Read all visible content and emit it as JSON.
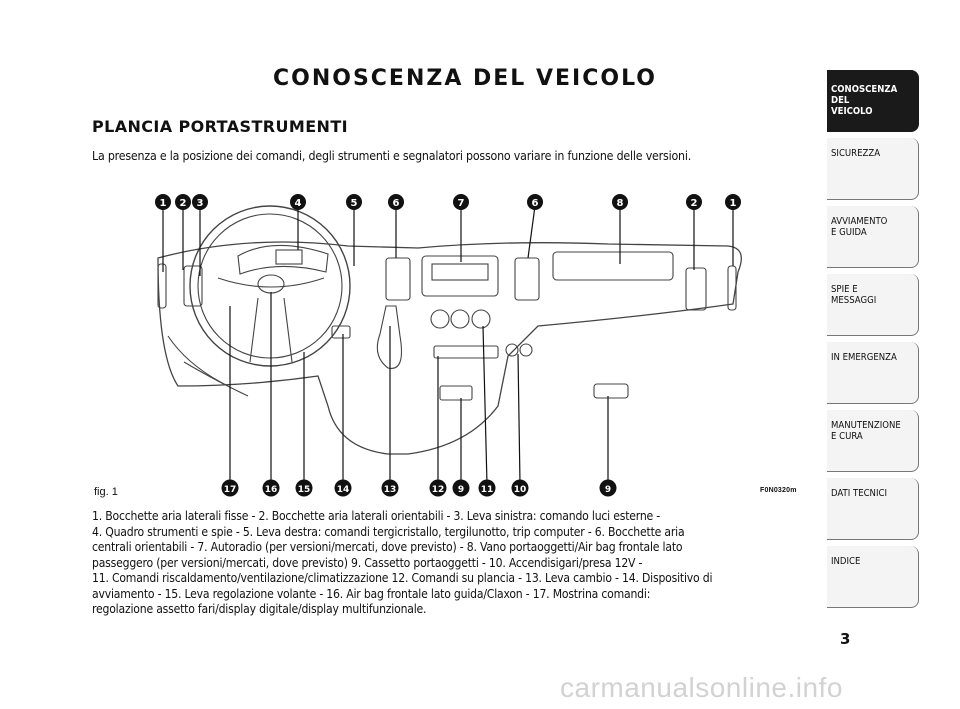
{
  "header": {
    "main_title": "CONOSCENZA DEL VEICOLO",
    "section_title": "PLANCIA PORTASTRUMENTI"
  },
  "intro": "La presenza e la posizione dei comandi, degli strumenti e segnalatori possono variare in funzione delle versioni.",
  "figure": {
    "label": "fig. 1",
    "code": "F0N0320m",
    "callouts_top": [
      "1",
      "2",
      "3",
      "4",
      "5",
      "6",
      "7",
      "6",
      "8",
      "2",
      "1"
    ],
    "callouts_bottom": [
      "17",
      "16",
      "15",
      "14",
      "13",
      "12",
      "9",
      "11",
      "10",
      "9"
    ]
  },
  "caption": {
    "lines": [
      "1. Bocchette aria laterali fisse - 2. Bocchette aria laterali orientabili - 3. Leva sinistra: comando luci esterne -",
      "4. Quadro strumenti e spie - 5. Leva destra: comandi tergicristallo, tergilunotto, trip computer - 6. Bocchette aria",
      "centrali orientabili - 7. Autoradio (per versioni/mercati, dove previsto) - 8. Vano portaoggetti/Air bag frontale lato",
      "passeggero (per versioni/mercati, dove previsto) 9. Cassetto portaoggetti - 10. Accendisigari/presa 12V -",
      "11. Comandi riscaldamento/ventilazione/climatizzazione 12. Comandi su plancia - 13. Leva cambio - 14. Dispositivo di",
      "avviamento - 15. Leva regolazione volante - 16. Air bag frontale lato guida/Claxon - 17. Mostrina comandi:",
      "regolazione assetto fari/display digitale/display multifunzionale."
    ]
  },
  "sidebar": {
    "tabs": [
      {
        "label": "CONOSCENZA\nDEL\nVEICOLO",
        "active": true
      },
      {
        "label": "SICUREZZA",
        "active": false
      },
      {
        "label": "AVVIAMENTO\nE GUIDA",
        "active": false
      },
      {
        "label": "SPIE E\nMESSAGGI",
        "active": false
      },
      {
        "label": "IN EMERGENZA",
        "active": false
      },
      {
        "label": "MANUTENZIONE\nE CURA",
        "active": false
      },
      {
        "label": "DATI TECNICI",
        "active": false
      },
      {
        "label": "INDICE",
        "active": false
      }
    ]
  },
  "page_number": "3",
  "watermark": "carmanualsonline.info"
}
